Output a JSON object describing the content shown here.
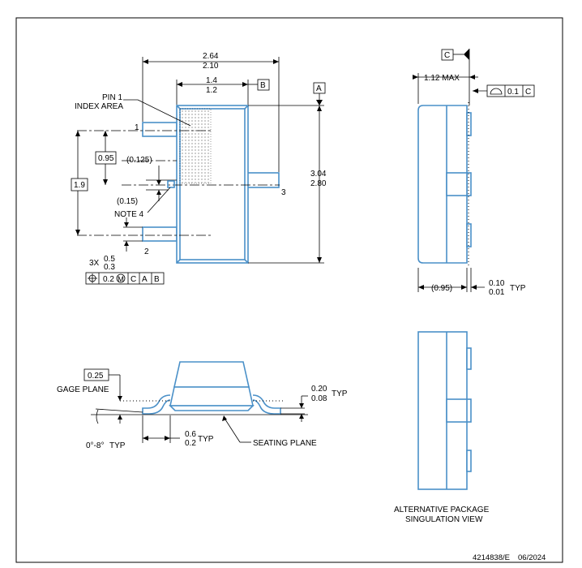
{
  "top_view": {
    "pin1_label_line1": "PIN 1",
    "pin1_label_line2": "INDEX AREA",
    "pin1_number": "1",
    "pin2_number": "2",
    "pin3_number": "3",
    "overall_width_max": "2.64",
    "overall_width_min": "2.10",
    "body_width_max": "1.4",
    "body_width_min": "1.2",
    "datum_b": "B",
    "datum_a": "A",
    "length_max": "3.04",
    "length_min": "2.80",
    "pitch_basic": "0.95",
    "span_basic": "1.9",
    "ref_0125": "(0.125)",
    "ref_015": "(0.15)",
    "note4": "NOTE 4",
    "lead_width_prefix": "3X",
    "lead_width_max": "0.5",
    "lead_width_min": "0.3",
    "fcf": {
      "position_symbol": "⌖",
      "tolerance": "0.2",
      "mmc_symbol": "M",
      "datum1": "C",
      "datum2": "A",
      "datum3": "B"
    }
  },
  "side_view": {
    "datum_c": "C",
    "height_max": "1.12 MAX",
    "profile_symbol": "⌓",
    "profile_tolerance": "0.1",
    "profile_datum": "C",
    "ref_095": "(0.95)",
    "standoff_max": "0.10",
    "standoff_min": "0.01",
    "standoff_suffix": "TYP"
  },
  "front_view": {
    "gage_value": "0.25",
    "gage_label": "GAGE PLANE",
    "angle_label": "0°-8°",
    "angle_suffix": "TYP",
    "foot_max": "0.6",
    "foot_min": "0.2",
    "foot_suffix": "TYP",
    "seating_label": "SEATING PLANE",
    "lead_thk_max": "0.20",
    "lead_thk_min": "0.08",
    "lead_thk_suffix": "TYP"
  },
  "alt_view": {
    "caption_line1": "ALTERNATIVE PACKAGE",
    "caption_line2": "SINGULATION VIEW"
  },
  "footer": {
    "doc_id": "4214838/E",
    "date": "06/2024"
  },
  "colors": {
    "outline": "#4a90c8",
    "line": "#000000"
  }
}
